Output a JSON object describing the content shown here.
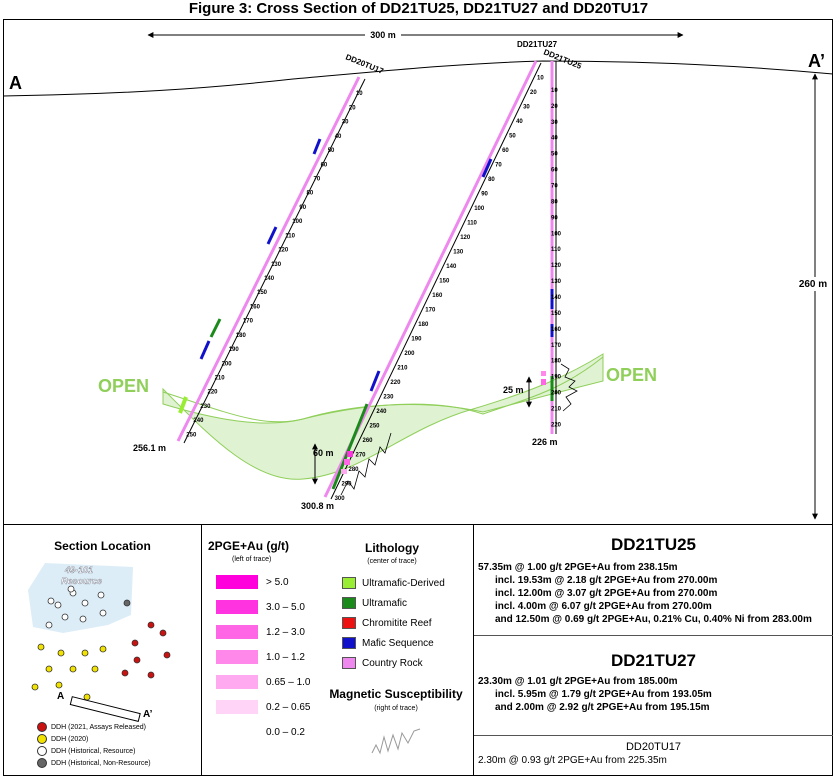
{
  "title": "Figure 3: Cross Section of DD21TU25, DD21TU27 and DD20TU17",
  "section": {
    "label_a": "A",
    "label_a_prime": "A’",
    "scale_horizontal": "300 m",
    "scale_vertical": "260 m",
    "open_left": "OPEN",
    "open_right": "OPEN",
    "colors": {
      "ultramafic_derived": "#99ee33",
      "ultramafic": "#1a8a1a",
      "chromitite": "#ee1111",
      "mafic": "#1111cc",
      "country_rock": "#ee88ee",
      "open": "#8fcf5a"
    },
    "holes": [
      {
        "name": "DD20TU17",
        "end_label": "256.1 m",
        "depth_ticks": [
          "10",
          "20",
          "30",
          "40",
          "50",
          "60",
          "70",
          "80",
          "90",
          "100",
          "110",
          "120",
          "130",
          "140",
          "150",
          "160",
          "170",
          "180",
          "190",
          "200",
          "210",
          "220",
          "230",
          "240",
          "250"
        ]
      },
      {
        "name": "DD21TU27",
        "end_label": "300.8 m",
        "depth_ticks": [
          "10",
          "20",
          "30",
          "40",
          "50",
          "60",
          "70",
          "80",
          "90",
          "100",
          "110",
          "120",
          "130",
          "140",
          "150",
          "160",
          "170",
          "180",
          "190",
          "200",
          "210",
          "220",
          "230",
          "240",
          "250",
          "260",
          "270",
          "280",
          "290",
          "300"
        ]
      },
      {
        "name": "DD21TU25",
        "end_label": "226 m",
        "depth_ticks": [
          "10",
          "20",
          "30",
          "40",
          "50",
          "60",
          "70",
          "80",
          "90",
          "100",
          "110",
          "120",
          "130",
          "140",
          "150",
          "160",
          "170",
          "180",
          "190",
          "200",
          "210",
          "220"
        ]
      }
    ],
    "interval_labels": [
      "60 m",
      "25 m"
    ]
  },
  "section_location": {
    "title": "Section Location",
    "resource_label_1": "49-101",
    "resource_label_2": "Resource",
    "label_a": "A",
    "label_a_prime": "A’",
    "legend": [
      {
        "label": "DDH (2021, Assays Released)",
        "color": "#cc1111"
      },
      {
        "label": "DDH (2020)",
        "color": "#f2e200"
      },
      {
        "label": "DDH (Historical, Resource)",
        "color": "#ffffff"
      },
      {
        "label": "DDH (Historical, Non-Resource)",
        "color": "#666666"
      }
    ]
  },
  "grade_legend": {
    "title": "2PGE+Au (g/t)",
    "subtitle": "(left of trace)",
    "rows": [
      {
        "label": "> 5.0",
        "color": "#ff00dd"
      },
      {
        "label": "3.0 – 5.0",
        "color": "#ff33e0"
      },
      {
        "label": "1.2 – 3.0",
        "color": "#ff66e6"
      },
      {
        "label": "1.0 – 1.2",
        "color": "#ff88ea"
      },
      {
        "label": "0.65 – 1.0",
        "color": "#ffaaf0"
      },
      {
        "label": "0.2 – 0.65",
        "color": "#ffd4f7"
      },
      {
        "label": "0.0 – 0.2",
        "color": "#ffffff"
      }
    ]
  },
  "lithology_legend": {
    "title": "Lithology",
    "subtitle": "(center of trace)",
    "rows": [
      {
        "label": "Ultramafic-Derived",
        "color": "#99ee33"
      },
      {
        "label": "Ultramafic",
        "color": "#1a8a1a"
      },
      {
        "label": "Chromitite Reef",
        "color": "#ee1111"
      },
      {
        "label": "Mafic Sequence",
        "color": "#1111cc"
      },
      {
        "label": "Country Rock",
        "color": "#ee88ee"
      }
    ],
    "mag_title": "Magnetic Susceptibility",
    "mag_subtitle": "(right of trace)"
  },
  "results": [
    {
      "hole": "DD21TU25",
      "lines": [
        {
          "text": "57.35m @ 1.00 g/t 2PGE+Au from 238.15m",
          "indent": false
        },
        {
          "text": "incl. 19.53m @ 2.18 g/t 2PGE+Au from 270.00m",
          "indent": true
        },
        {
          "text": "incl. 12.00m @ 3.07 g/t 2PGE+Au from 270.00m",
          "indent": true
        },
        {
          "text": "incl. 4.00m @ 6.07 g/t 2PGE+Au from 270.00m",
          "indent": true
        },
        {
          "text": "and 12.50m @ 0.69 g/t 2PGE+Au, 0.21% Cu, 0.40% Ni from 283.00m",
          "indent": true
        }
      ]
    },
    {
      "hole": "DD21TU27",
      "lines": [
        {
          "text": "23.30m @ 1.01 g/t 2PGE+Au from 185.00m",
          "indent": false
        },
        {
          "text": "incl. 5.95m @ 1.79 g/t 2PGE+Au from 193.05m",
          "indent": true
        },
        {
          "text": "and 2.00m @ 2.92 g/t 2PGE+Au from 195.15m",
          "indent": true
        }
      ]
    },
    {
      "hole": "DD20TU17",
      "lines": [
        {
          "text": "2.30m @ 0.93 g/t 2PGE+Au from 225.35m",
          "indent": false
        }
      ]
    }
  ]
}
